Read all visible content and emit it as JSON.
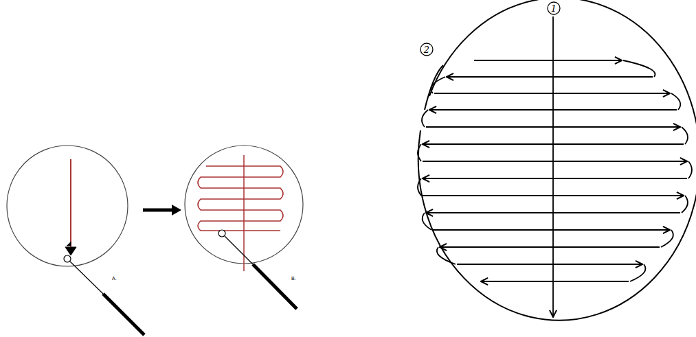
{
  "diagram": {
    "labels": [
      "A.",
      "B.",
      "1",
      "2"
    ]
  }
}
